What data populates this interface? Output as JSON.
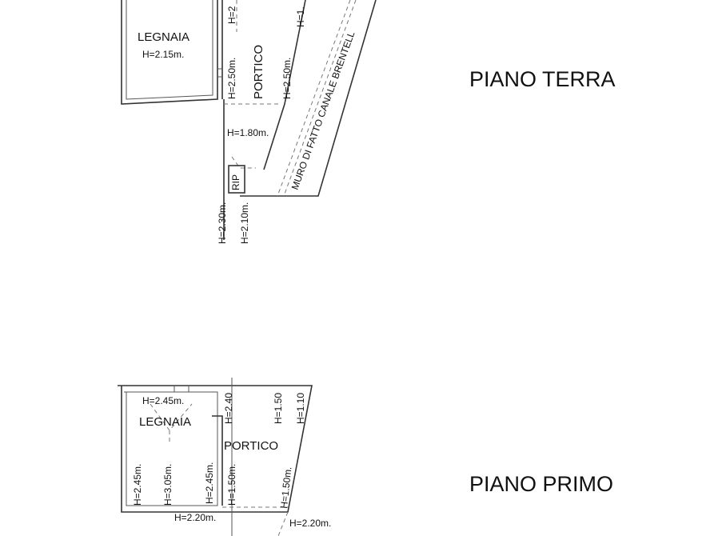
{
  "ground_floor": {
    "title": "PIANO TERRA",
    "rooms": {
      "woodshed": "LEGNAIA",
      "woodshed_height": "H=2.15m.",
      "porch": "PORTICO"
    },
    "heights": {
      "h_top_cut": "H=2",
      "h_porch_left": "H=2.50m.",
      "h_porch_right": "H=2.50m.",
      "h_top_right_cut": "H=1.",
      "h_lower": "H=1.80m.",
      "h_rip_left": "H=2.30m.",
      "h_rip_right": "H=2.10m."
    },
    "rip_label": "RIP",
    "wall_label": "MURO DI FATTO CANALE BRENTELL"
  },
  "first_floor": {
    "title": "PIANO PRIMO",
    "rooms": {
      "woodshed": "LEGNAIA",
      "porch": "PORTICO"
    },
    "heights": {
      "h_top": "H=2.45m.",
      "h_top_mid": "H=2.40",
      "h_top_150": "H=1.50",
      "h_top_110": "H=1.10",
      "h_left_wall": "H=2.45m.",
      "h_center": "H=3.05m.",
      "h_inner_wall": "H=2.45m.",
      "h_porch_left": "H=1.50m.",
      "h_porch_right": "H=1.50m.",
      "h_bottom_left": "H=2.20m.",
      "h_bottom_right": "H=2.20m."
    }
  }
}
